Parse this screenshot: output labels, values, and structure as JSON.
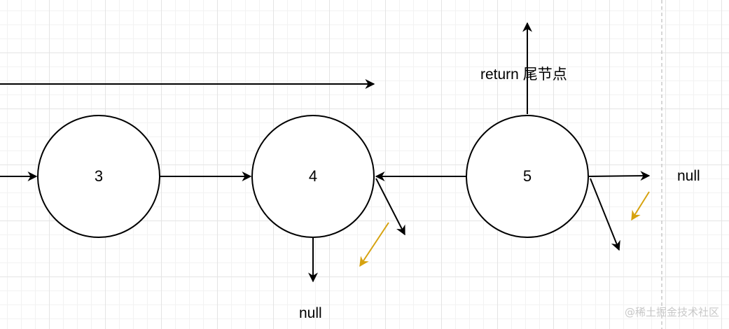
{
  "nodes": [
    {
      "id": "node-3",
      "label": "3"
    },
    {
      "id": "node-4",
      "label": "4"
    },
    {
      "id": "node-5",
      "label": "5"
    }
  ],
  "labels": {
    "return_tail": "return 尾节点",
    "null_right": "null",
    "null_bottom": "null"
  },
  "watermark": "@稀土掘金技术社区",
  "colors": {
    "stroke": "#000000",
    "accent_arrow": "#d6a20f",
    "grid": "#e4e4e4",
    "dashed_guide": "#c8c8c8"
  }
}
